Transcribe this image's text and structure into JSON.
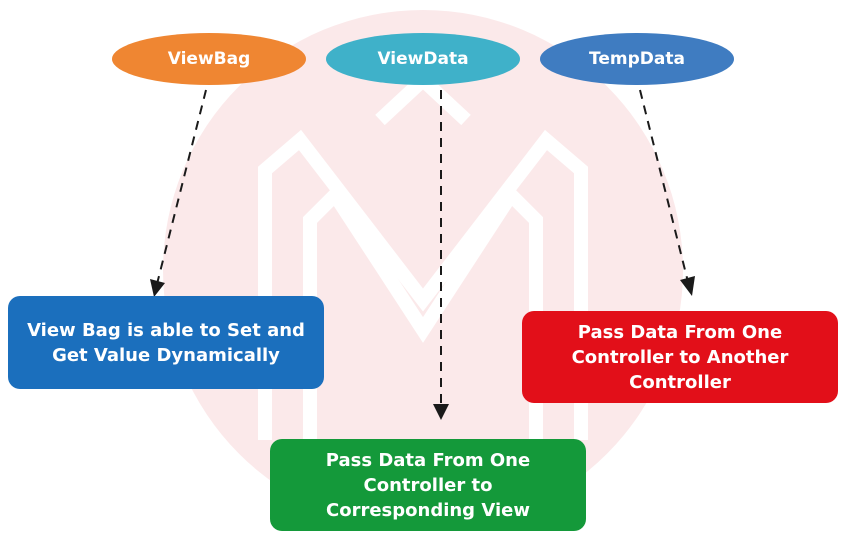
{
  "colors": {
    "viewbag": "#ef8632",
    "viewdata": "#3fb1c9",
    "tempdata": "#3f7cc1",
    "viewbag_box": "#1b6fbd",
    "viewdata_box": "#14993a",
    "tempdata_box": "#e20f19",
    "watermark": "#fbe9ea",
    "arrow": "#1a1a1a"
  },
  "nodes": {
    "viewbag": {
      "label": "ViewBag"
    },
    "viewdata": {
      "label": "ViewData"
    },
    "tempdata": {
      "label": "TempData"
    }
  },
  "boxes": {
    "viewbag": {
      "line1": "View Bag is able to Set and",
      "line2": "Get Value Dynamically"
    },
    "viewdata": {
      "line1": "Pass Data From One",
      "line2": "Controller to",
      "line3": "Corresponding View"
    },
    "tempdata": {
      "line1": "Pass Data From One",
      "line2": "Controller to Another",
      "line3": "Controller"
    }
  },
  "edges": [
    {
      "from": "ViewBag",
      "to": "View Bag is able to Set and Get Value Dynamically",
      "style": "dashed-arrow"
    },
    {
      "from": "ViewData",
      "to": "Pass Data From One Controller to Corresponding View",
      "style": "dashed-arrow"
    },
    {
      "from": "TempData",
      "to": "Pass Data From One Controller to Another Controller",
      "style": "dashed-arrow"
    }
  ]
}
